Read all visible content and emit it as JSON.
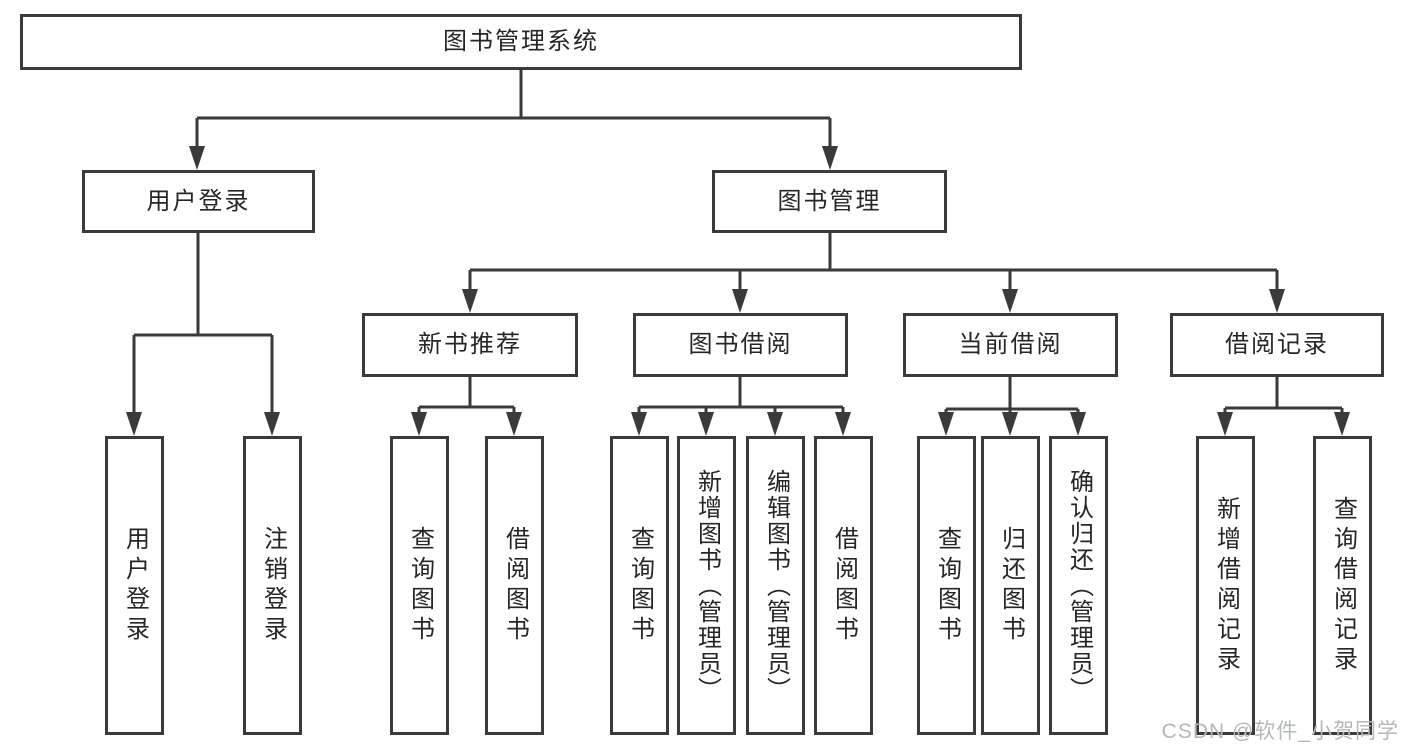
{
  "diagram": {
    "title": "图书管理系统",
    "level2": [
      {
        "label": "用户登录"
      },
      {
        "label": "图书管理"
      }
    ],
    "level3": [
      {
        "label": "新书推荐",
        "parent": "图书管理"
      },
      {
        "label": "图书借阅",
        "parent": "图书管理"
      },
      {
        "label": "当前借阅",
        "parent": "图书管理"
      },
      {
        "label": "借阅记录",
        "parent": "图书管理"
      }
    ],
    "leaves": [
      {
        "label": "用户登录",
        "parent": "用户登录"
      },
      {
        "label": "注销登录",
        "parent": "用户登录"
      },
      {
        "label": "查询图书",
        "parent": "新书推荐"
      },
      {
        "label": "借阅图书",
        "parent": "新书推荐"
      },
      {
        "label": "查询图书",
        "parent": "图书借阅"
      },
      {
        "label": "新增图书（管理员）",
        "parent": "图书借阅"
      },
      {
        "label": "编辑图书（管理员）",
        "parent": "图书借阅"
      },
      {
        "label": "借阅图书",
        "parent": "图书借阅"
      },
      {
        "label": "查询图书",
        "parent": "当前借阅"
      },
      {
        "label": "归还图书",
        "parent": "当前借阅"
      },
      {
        "label": "确认归还（管理员）",
        "parent": "当前借阅"
      },
      {
        "label": "新增借阅记录",
        "parent": "借阅记录"
      },
      {
        "label": "查询借阅记录",
        "parent": "借阅记录"
      }
    ]
  },
  "watermark": "CSDN @软件_小贺同学",
  "colors": {
    "line": "#3a3a3a",
    "text": "#262626",
    "background": "#ffffff",
    "watermark": "#b4b8bb"
  }
}
